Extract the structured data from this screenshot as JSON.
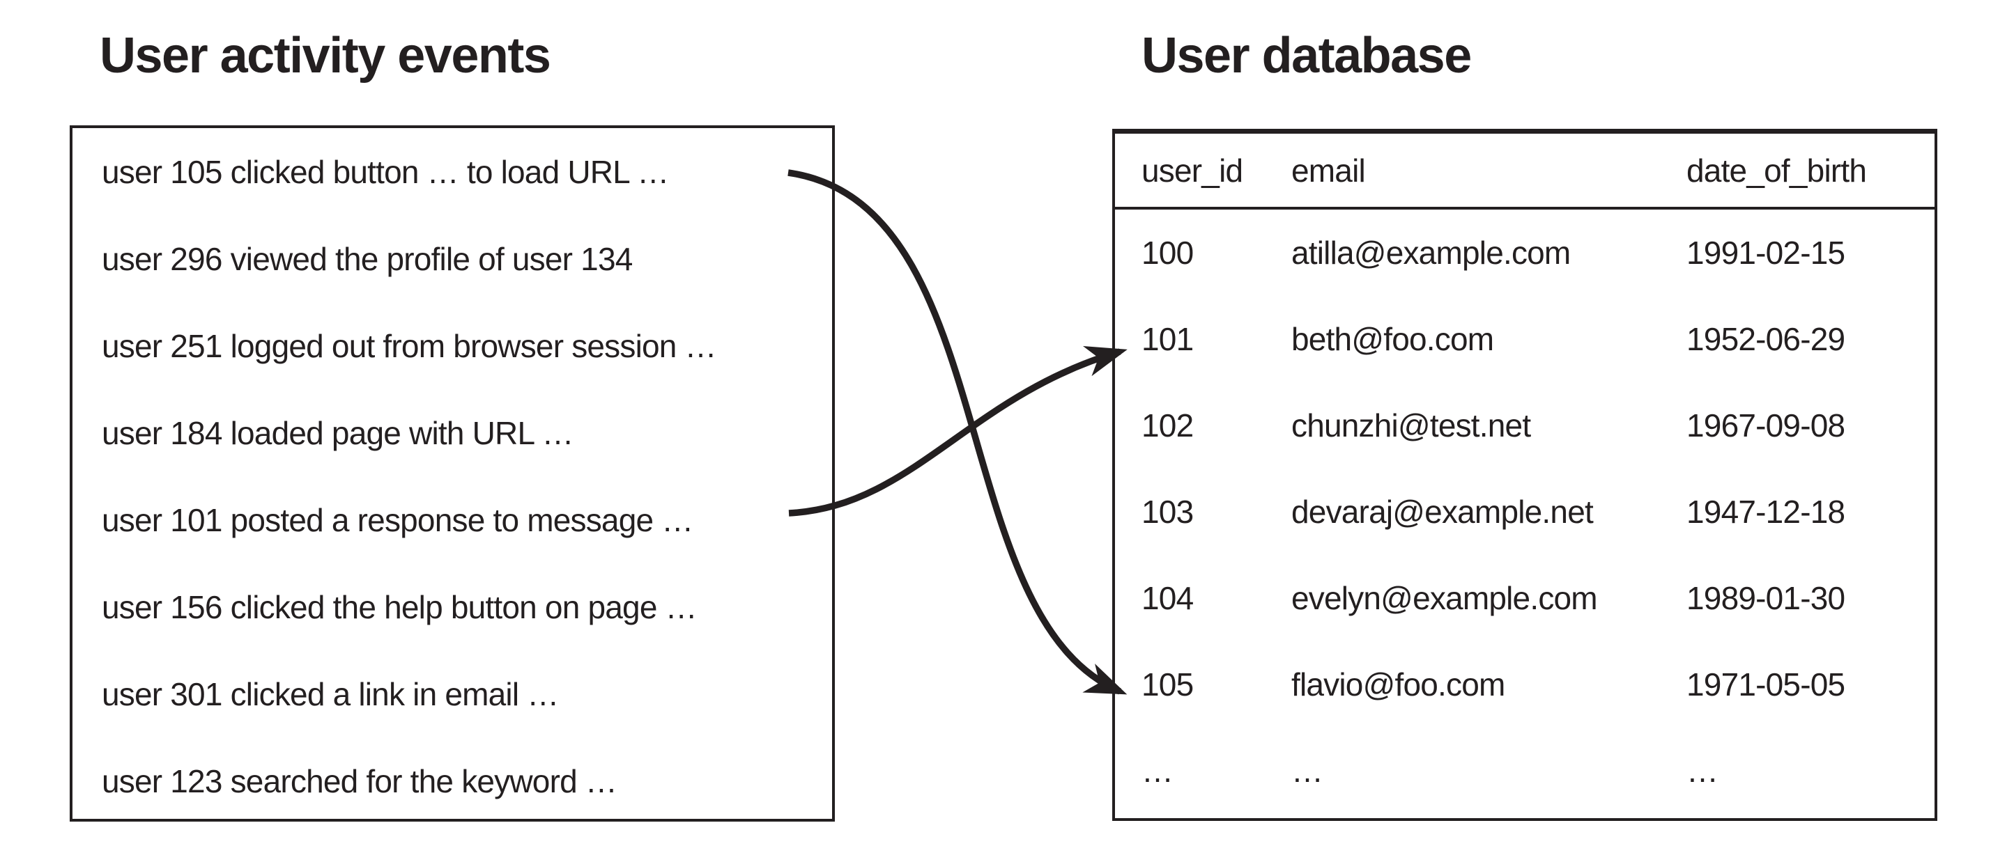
{
  "left_panel": {
    "title": "User activity events",
    "events": [
      "user 105 clicked button … to load URL …",
      "user 296 viewed the profile of user 134",
      "user 251 logged out from browser session …",
      "user 184 loaded page with URL …",
      "user 101 posted a response to message …",
      "user 156 clicked the help button on page …",
      "user 301 clicked a link in email …",
      "user 123 searched for the keyword …"
    ]
  },
  "right_panel": {
    "title": "User database",
    "columns": [
      "user_id",
      "email",
      "date_of_birth"
    ],
    "rows": [
      [
        "100",
        "atilla@example.com",
        "1991-02-15"
      ],
      [
        "101",
        "beth@foo.com",
        "1952-06-29"
      ],
      [
        "102",
        "chunzhi@test.net",
        "1967-09-08"
      ],
      [
        "103",
        "devaraj@example.net",
        "1947-12-18"
      ],
      [
        "104",
        "evelyn@example.com",
        "1989-01-30"
      ],
      [
        "105",
        "flavio@foo.com",
        "1971-05-05"
      ],
      [
        "…",
        "…",
        "…"
      ]
    ]
  },
  "connections": [
    {
      "from_event": "user 105 clicked button … to load URL …",
      "to_row_user_id": "105"
    },
    {
      "from_event": "user 101 posted a response to message …",
      "to_row_user_id": "101"
    }
  ],
  "colors": {
    "ink": "#231f20",
    "background": "#ffffff"
  }
}
